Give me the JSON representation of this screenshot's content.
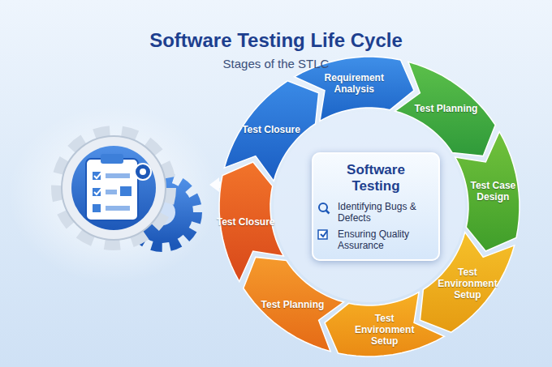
{
  "diagram": {
    "title": "Software Testing Life Cycle",
    "nodes": [
      {
        "text": [
          "Requirement Analysis"
        ]
      },
      {
        "text": [
          "Test Planning"
        ]
      },
      {
        "text": [
          "Test Case Design"
        ]
      },
      {
        "text": [
          "Test Environment Setup"
        ]
      },
      {
        "text": [
          "Test Environment Setup"
        ]
      },
      {
        "text": [
          "Test Planning"
        ]
      },
      {
        "text": [
          "Test Closure"
        ]
      },
      {
        "text": [
          "Test Closure"
        ]
      },
      {
        "text": [
          "Software Testing",
          "Identifying Bugs & Defects",
          "Ensuring Quality Assurance"
        ]
      }
    ],
    "labels": [
      "Stages of the STLC"
    ]
  }
}
